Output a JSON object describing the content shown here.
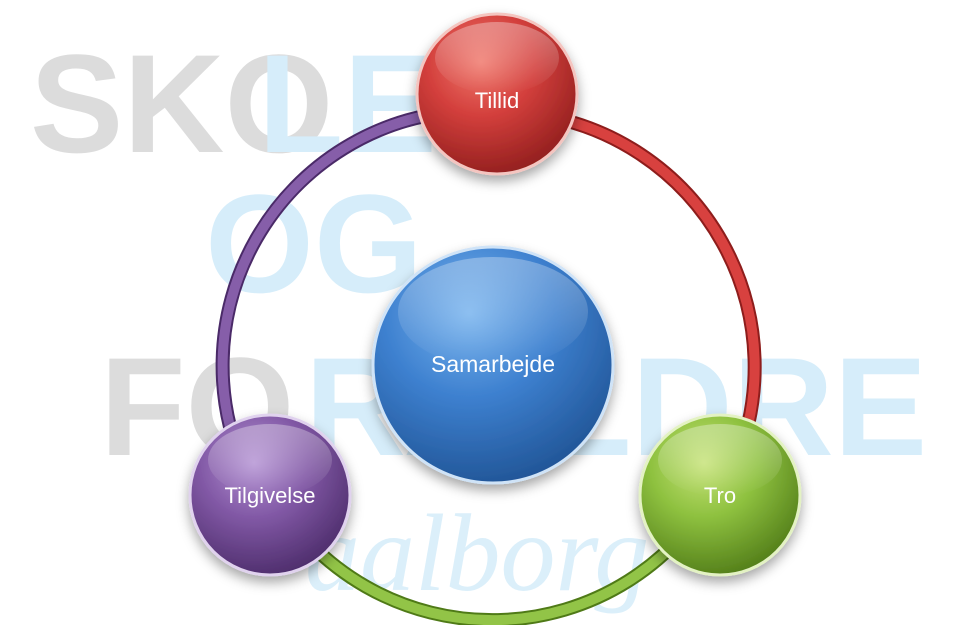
{
  "watermark": {
    "line1_gray": "SKO",
    "line1_blue": "LE",
    "line2": "OG",
    "line3_gray": "FO",
    "line3_blue": "RÆLDRE",
    "city": "aalborg"
  },
  "diagram": {
    "center": {
      "label": "Samarbejde",
      "color": "#3a7ccb"
    },
    "nodes": [
      {
        "label": "Tillid",
        "color": "#cc3b3b"
      },
      {
        "label": "Tro",
        "color": "#86b43a"
      },
      {
        "label": "Tilgivelse",
        "color": "#7e559f"
      }
    ],
    "arcs": [
      {
        "from": "Tillid",
        "to": "Tro",
        "color": "#c83a3a"
      },
      {
        "from": "Tro",
        "to": "Tilgivelse",
        "color": "#82b23a"
      },
      {
        "from": "Tilgivelse",
        "to": "Tillid",
        "color": "#7a52a0"
      }
    ]
  }
}
